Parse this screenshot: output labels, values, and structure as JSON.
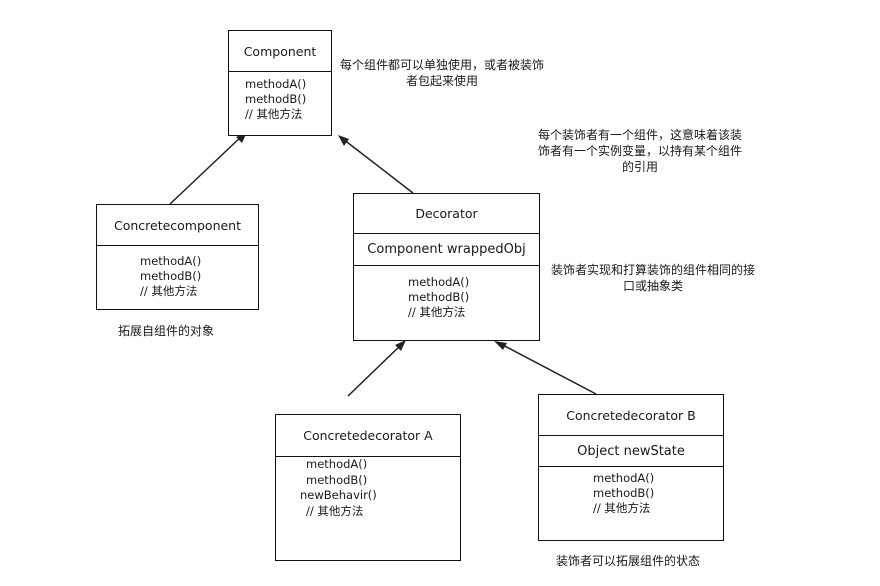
{
  "component": {
    "title": "Component",
    "methods": [
      "methodA()",
      "methodB()",
      "// 其他方法"
    ]
  },
  "concrete_component": {
    "title": "Concretecomponent",
    "methods": [
      "methodA()",
      "methodB()",
      "// 其他方法"
    ],
    "note": "拓展自组件的对象"
  },
  "decorator": {
    "title": "Decorator",
    "field": "Component wrappedObj",
    "methods": [
      "methodA()",
      "methodB()",
      "// 其他方法"
    ]
  },
  "decorator_a": {
    "title": "Concretedecorator A",
    "methods": [
      "methodA()",
      "methodB()",
      "newBehavir()",
      "// 其他方法"
    ]
  },
  "decorator_b": {
    "title": "Concretedecorator B",
    "field": "Object newState",
    "methods": [
      "methodA()",
      "methodB()",
      "// 其他方法"
    ],
    "note": "装饰者可以拓展组件的状态"
  },
  "notes": {
    "component": [
      "每个组件都可以单独使用，或者被装饰",
      "者包起来使用"
    ],
    "wrapped": [
      "每个装饰者有一个组件，这意味着该装",
      "饰者有一个实例变量，以持有某个组件",
      "的引用"
    ],
    "interface": [
      "装饰者实现和打算装饰的组件相同的接",
      "口或抽象类"
    ]
  }
}
